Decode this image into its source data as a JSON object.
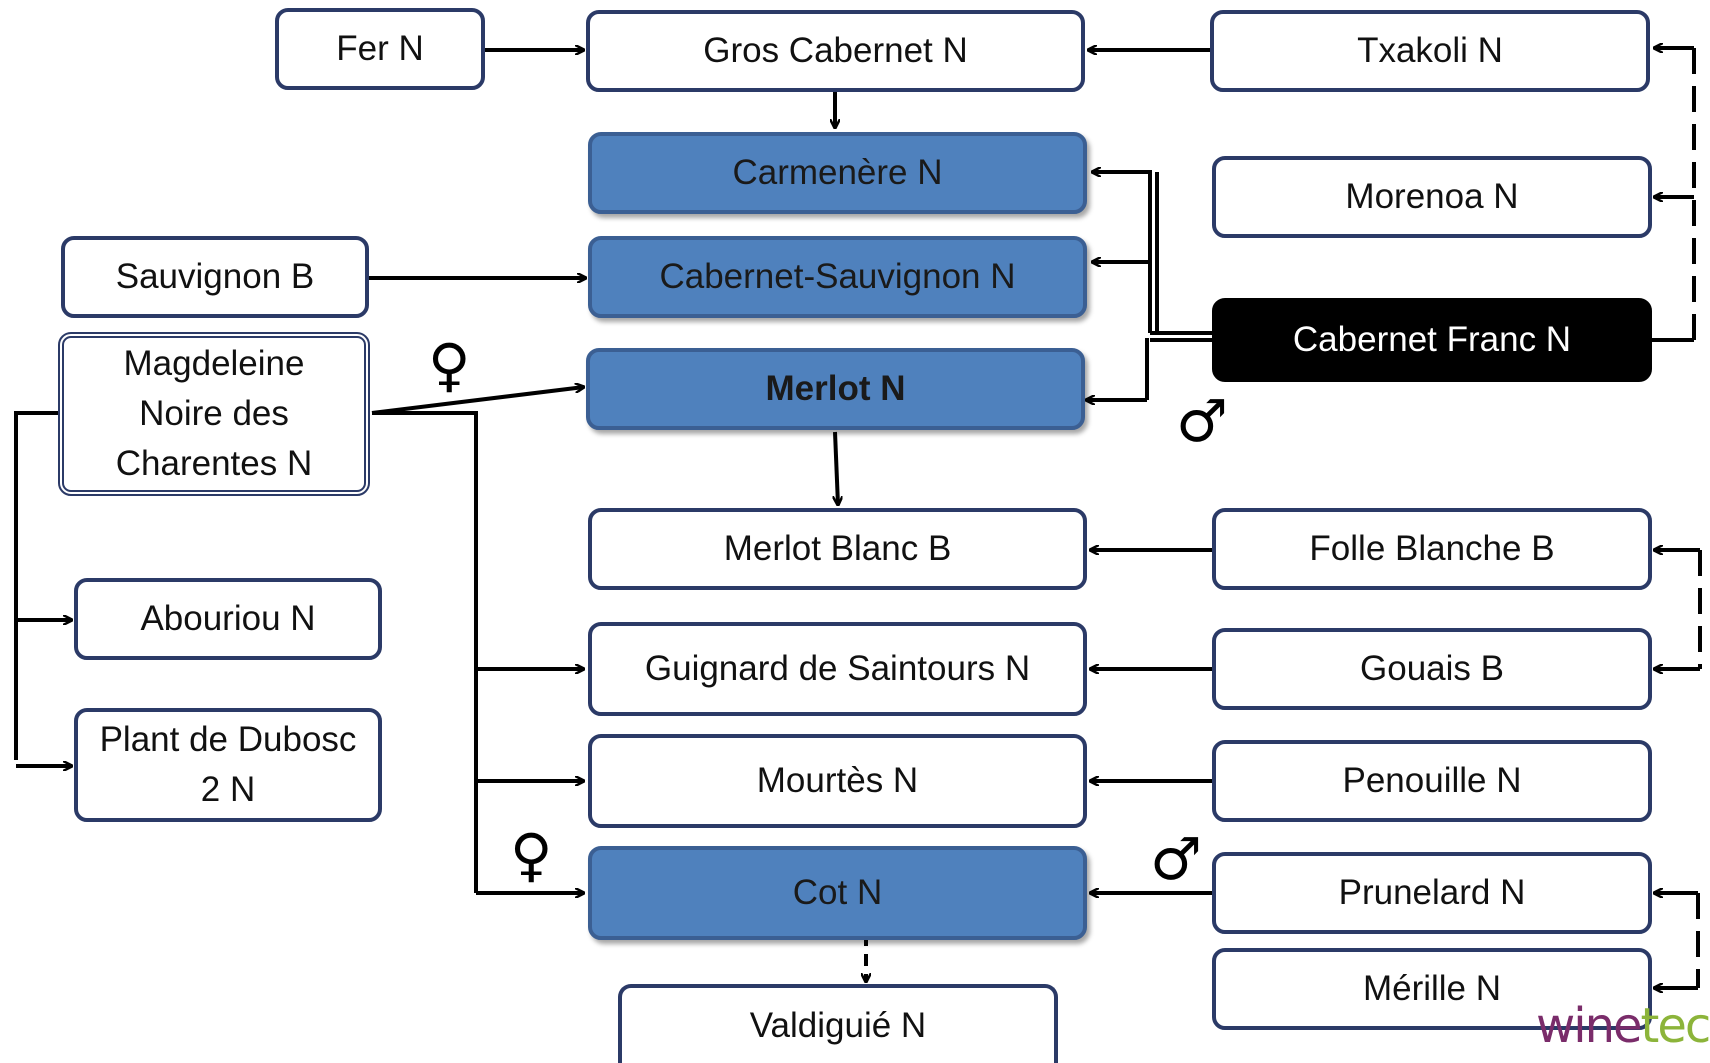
{
  "nodes": {
    "fer": "Fer N",
    "gros_cabernet": "Gros Cabernet N",
    "txakoli": "Txakoli N",
    "carmenere": "Carmenère N",
    "morenoa": "Morenoa N",
    "sauvignon": "Sauvignon B",
    "cabernet_sauvignon": "Cabernet-Sauvignon N",
    "cabernet_franc": "Cabernet Franc N",
    "magdeleine": "Magdeleine Noire des Charentes N",
    "merlot": "Merlot N",
    "merlot_blanc": "Merlot Blanc B",
    "folle_blanche": "Folle Blanche B",
    "abouriou": "Abouriou N",
    "guignard": "Guignard de Saintours N",
    "gouais": "Gouais B",
    "plant_dubosc": "Plant de Dubosc 2 N",
    "mourtes": "Mourtès N",
    "penouille": "Penouille N",
    "cot": "Cot N",
    "prunelard": "Prunelard N",
    "merille": "Mérille N",
    "valdiguie": "Valdiguié N"
  },
  "symbols": {
    "female": "♀",
    "male": "♂"
  },
  "logo": {
    "part1": "wine",
    "part2": "tech"
  },
  "colors": {
    "node_border": "#2b3a67",
    "highlight_fill": "#4f81bd",
    "cabernet_franc_fill": "#000000",
    "logo_purple": "#7a2c6a",
    "logo_green": "#8cb43a"
  }
}
